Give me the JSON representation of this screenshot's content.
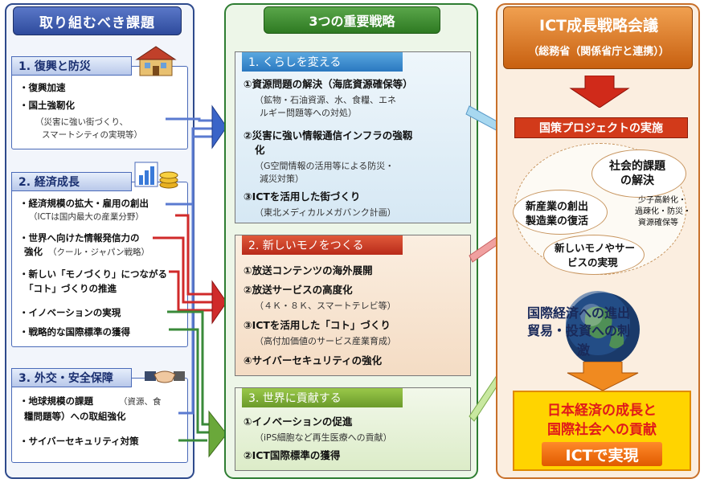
{
  "left": {
    "header": "取り組むべき課題",
    "sections": [
      {
        "title": "1. 復興と防災",
        "items": [
          "・復興加速",
          "・国土強靭化"
        ],
        "sub": [
          "（災害に強い街づくり、",
          "スマートシティの実現等）"
        ]
      },
      {
        "title": "2. 経済成長",
        "items": [
          "・経済規模の拡大・雇用の創出",
          "・世界へ向けた情報発信力の",
          "強化",
          "・新しい「モノづくり」につながる",
          "「コト」づくりの推進",
          "・イノベーションの実現",
          "・戦略的な国際標準の獲得"
        ],
        "sub": [
          "（ICTは国内最大の産業分野）",
          "（クール・ジャパン戦略）"
        ]
      },
      {
        "title": "3. 外交・安全保障",
        "items": [
          "・地球規模の課題",
          "糧問題等）への取組強化",
          "・サイバーセキュリティ対策"
        ],
        "sub": [
          "（資源、食"
        ]
      }
    ]
  },
  "middle": {
    "header": "3つの重要戦略",
    "sections": [
      {
        "title": "1. くらしを変える",
        "items": [
          "①資源問題の解決（海底資源確保等）",
          "②災害に強い情報通信インフラの強靱",
          "化",
          "③ICTを活用した街づくり"
        ],
        "sub": [
          "（鉱物・石油資源、水、食糧、エネ",
          "ルギー問題等への対処）",
          "（G空間情報の活用等による防災・",
          "減災対策）",
          "（東北メディカルメガバンク計画）"
        ]
      },
      {
        "title": "2. 新しいモノをつくる",
        "items": [
          "①放送コンテンツの海外展開",
          "②放送サービスの高度化",
          "③ICTを活用した「コト」づくり",
          "④サイバーセキュリティの強化"
        ],
        "sub": [
          "（４Ｋ・８Ｋ、スマートテレビ等）",
          "（高付加価値のサービス産業育成）"
        ]
      },
      {
        "title": "3. 世界に貢献する",
        "items": [
          "①イノベーションの促進",
          "②ICT国際標準の獲得"
        ],
        "sub": [
          "（iPS細胞など再生医療への貢献）"
        ]
      }
    ]
  },
  "right": {
    "header_title": "ICT成長戦略会議",
    "header_sub": "（総務省（関係省庁と連携））",
    "project": "国策プロジェクトの実施",
    "social": [
      "社会的課題",
      "の解決"
    ],
    "social_sub": [
      "少子高齢化・",
      "過疎化・防災・",
      "資源確保等"
    ],
    "industry": [
      "新産業の創出",
      "製造業の復活"
    ],
    "newthing": [
      "新しいモノやサー",
      "ビスの実現"
    ],
    "intl": [
      "国際経済への進出",
      "貿易・投資への刺",
      "激"
    ],
    "goal": [
      "日本経済の成長と",
      "国際社会への貢献"
    ],
    "goal_bar": "ICTで実現"
  },
  "colors": {
    "blue": "#2e4a8c",
    "green": "#2e7d32",
    "red": "#c0392b",
    "orange": "#c8702a",
    "yellow": "#ffd400"
  }
}
